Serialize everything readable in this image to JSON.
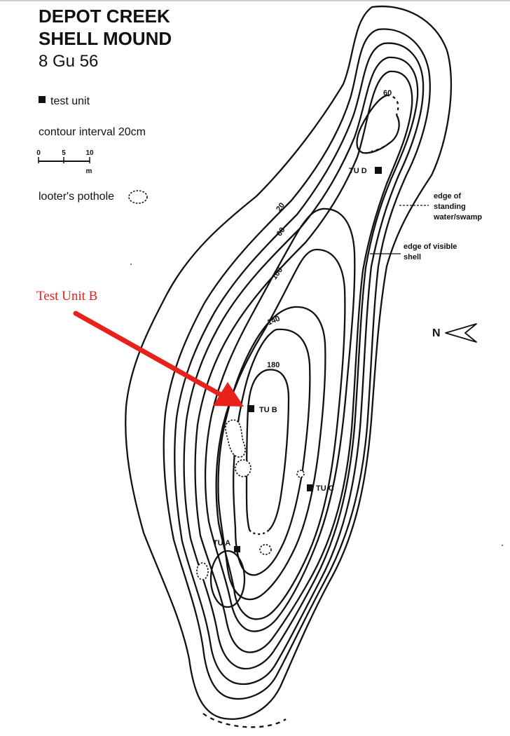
{
  "map": {
    "title_line1": "DEPOT CREEK",
    "title_line2": "SHELL MOUND",
    "site_number": "8 Gu 56",
    "colors": {
      "ink": "#111111",
      "annotation": "#e8211b"
    }
  },
  "legend": {
    "test_unit": "test unit",
    "contour_interval": "contour interval 20cm",
    "scale_ticks": [
      "0",
      "5",
      "10"
    ],
    "scale_unit": "m",
    "looters_pothole": "looter's pothole"
  },
  "contours": {
    "labels": [
      "60",
      "20",
      "60",
      "100",
      "140",
      "180"
    ]
  },
  "test_units": {
    "a": "TU A",
    "b": "TU B",
    "c": "TU C",
    "d": "TU D"
  },
  "notes": {
    "standing_water": [
      "edge of",
      "standing",
      "water/swamp"
    ],
    "visible_shell": [
      "edge of visible",
      "shell"
    ]
  },
  "north": {
    "label": "N",
    "icon": "north-arrow-icon"
  },
  "annotation": {
    "label": "Test Unit B",
    "icon": "red-arrow-icon"
  }
}
